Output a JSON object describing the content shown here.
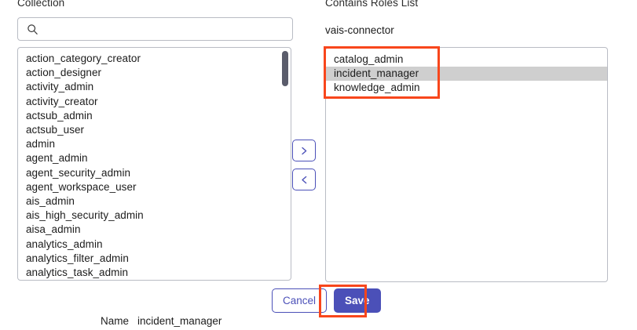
{
  "colors": {
    "accent": "#4b50b8",
    "annotation": "#f8461c",
    "selected_row": "#cfcfcf",
    "border": "#b9bcc4",
    "scrollbar_thumb": "#5a5c6b"
  },
  "left_panel": {
    "label": "Collection",
    "search": {
      "value": "",
      "placeholder": "",
      "icon": "search-icon"
    },
    "items": [
      "action_category_creator",
      "action_designer",
      "activity_admin",
      "activity_creator",
      "actsub_admin",
      "actsub_user",
      "admin",
      "agent_admin",
      "agent_security_admin",
      "agent_workspace_user",
      "ais_admin",
      "ais_high_security_admin",
      "aisa_admin",
      "analytics_admin",
      "analytics_filter_admin",
      "analytics_task_admin"
    ]
  },
  "transfer": {
    "add": {
      "label": ">",
      "icon": "chevron-right-icon"
    },
    "remove": {
      "label": "<",
      "icon": "chevron-left-icon"
    }
  },
  "right_panel": {
    "label": "Contains Roles List",
    "group_name": "vais-connector",
    "items": [
      {
        "label": "catalog_admin",
        "selected": false
      },
      {
        "label": "incident_manager",
        "selected": true
      },
      {
        "label": "knowledge_admin",
        "selected": false
      }
    ]
  },
  "footer": {
    "cancel_label": "Cancel",
    "save_label": "Save"
  },
  "meta": {
    "name_key": "Name",
    "name_value": "incident_manager"
  }
}
